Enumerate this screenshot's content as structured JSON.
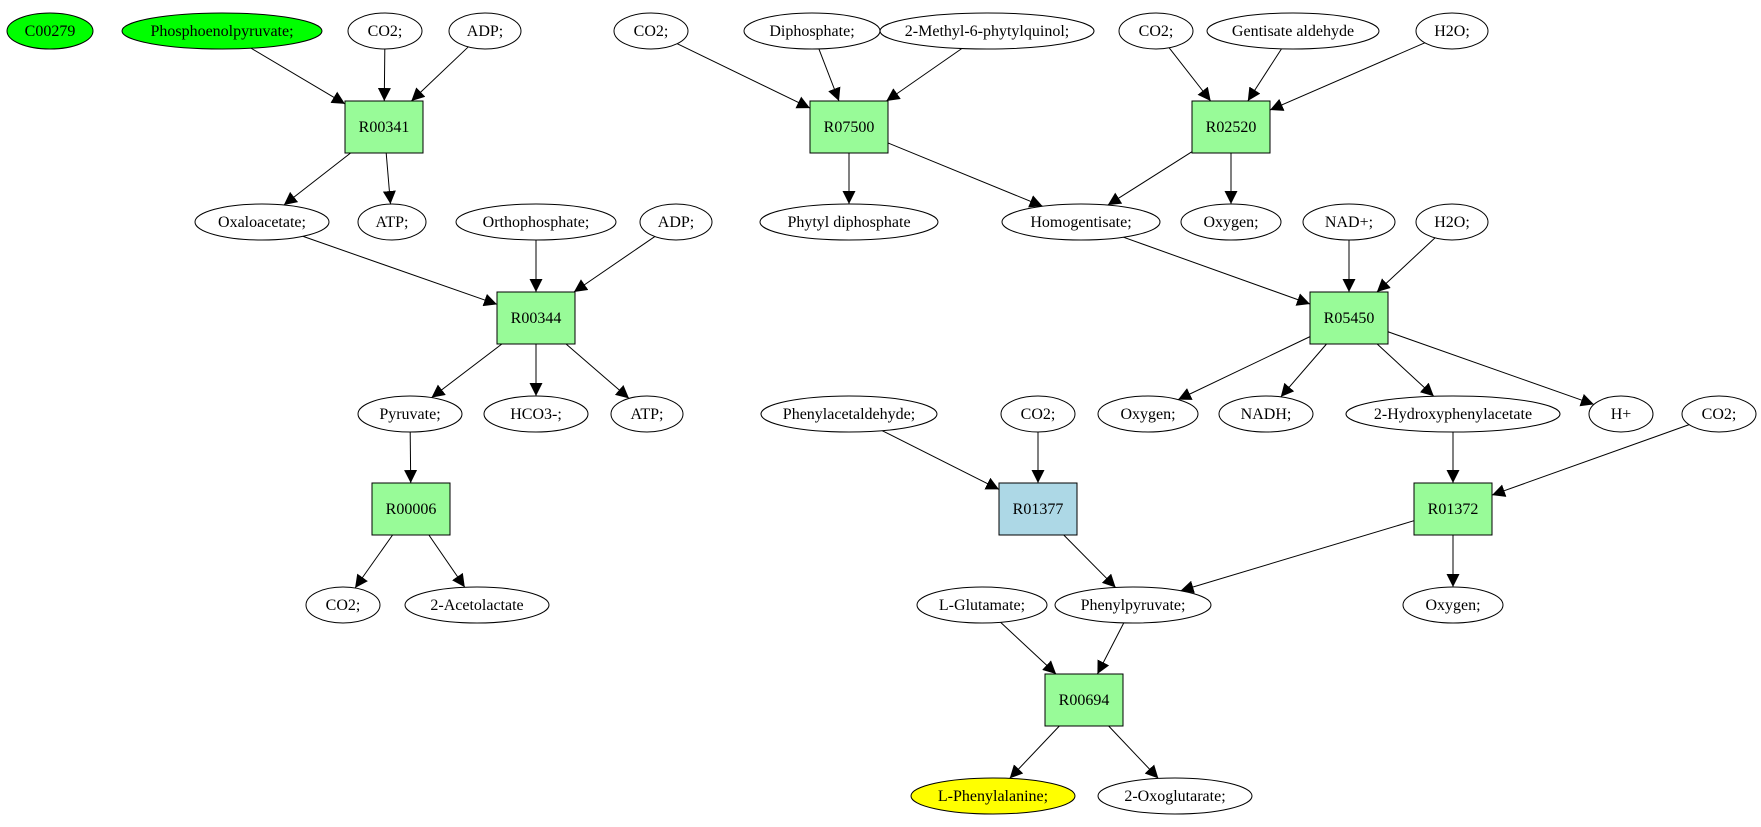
{
  "colors": {
    "metabolite": "#ffffff",
    "reaction": "#98fb98",
    "reaction_alt": "#add8e6",
    "source": "#00ff00",
    "target": "#ffff00",
    "stroke": "#000000"
  },
  "nodes": [
    {
      "id": "C00279",
      "label": "C00279",
      "kind": "source"
    },
    {
      "id": "pep",
      "label": "Phosphoenolpyruvate;",
      "kind": "source"
    },
    {
      "id": "co2a",
      "label": "CO2;",
      "kind": "metabolite"
    },
    {
      "id": "adpa",
      "label": "ADP;",
      "kind": "metabolite"
    },
    {
      "id": "R00341",
      "label": "R00341",
      "kind": "reaction"
    },
    {
      "id": "oxa",
      "label": "Oxaloacetate;",
      "kind": "metabolite"
    },
    {
      "id": "atpa",
      "label": "ATP;",
      "kind": "metabolite"
    },
    {
      "id": "orth",
      "label": "Orthophosphate;",
      "kind": "metabolite"
    },
    {
      "id": "adpb",
      "label": "ADP;",
      "kind": "metabolite"
    },
    {
      "id": "R00344",
      "label": "R00344",
      "kind": "reaction"
    },
    {
      "id": "pyr",
      "label": "Pyruvate;",
      "kind": "metabolite"
    },
    {
      "id": "hco3",
      "label": "HCO3-;",
      "kind": "metabolite"
    },
    {
      "id": "atpb",
      "label": "ATP;",
      "kind": "metabolite"
    },
    {
      "id": "R00006",
      "label": "R00006",
      "kind": "reaction"
    },
    {
      "id": "co2b",
      "label": "CO2;",
      "kind": "metabolite"
    },
    {
      "id": "acet",
      "label": "2-Acetolactate",
      "kind": "metabolite"
    },
    {
      "id": "co2c",
      "label": "CO2;",
      "kind": "metabolite"
    },
    {
      "id": "diph",
      "label": "Diphosphate;",
      "kind": "metabolite"
    },
    {
      "id": "mpq",
      "label": "2-Methyl-6-phytylquinol;",
      "kind": "metabolite"
    },
    {
      "id": "R07500",
      "label": "R07500",
      "kind": "reaction"
    },
    {
      "id": "phyd",
      "label": "Phytyl diphosphate",
      "kind": "metabolite"
    },
    {
      "id": "homo",
      "label": "Homogentisate;",
      "kind": "metabolite"
    },
    {
      "id": "co2d",
      "label": "CO2;",
      "kind": "metabolite"
    },
    {
      "id": "gent",
      "label": "Gentisate aldehyde",
      "kind": "metabolite"
    },
    {
      "id": "h2oa",
      "label": "H2O;",
      "kind": "metabolite"
    },
    {
      "id": "R02520",
      "label": "R02520",
      "kind": "reaction"
    },
    {
      "id": "oxya",
      "label": "Oxygen;",
      "kind": "metabolite"
    },
    {
      "id": "nad",
      "label": "NAD+;",
      "kind": "metabolite"
    },
    {
      "id": "h2ob",
      "label": "H2O;",
      "kind": "metabolite"
    },
    {
      "id": "R05450",
      "label": "R05450",
      "kind": "reaction"
    },
    {
      "id": "oxyb",
      "label": "Oxygen;",
      "kind": "metabolite"
    },
    {
      "id": "nadh",
      "label": "NADH;",
      "kind": "metabolite"
    },
    {
      "id": "hpa",
      "label": "2-Hydroxyphenylacetate",
      "kind": "metabolite"
    },
    {
      "id": "hplus",
      "label": "H+",
      "kind": "metabolite"
    },
    {
      "id": "phac",
      "label": "Phenylacetaldehyde;",
      "kind": "metabolite"
    },
    {
      "id": "co2e",
      "label": "CO2;",
      "kind": "metabolite"
    },
    {
      "id": "R01377",
      "label": "R01377",
      "kind": "reaction_alt"
    },
    {
      "id": "co2f",
      "label": "CO2;",
      "kind": "metabolite"
    },
    {
      "id": "R01372",
      "label": "R01372",
      "kind": "reaction"
    },
    {
      "id": "lglu",
      "label": "L-Glutamate;",
      "kind": "metabolite"
    },
    {
      "id": "phpy",
      "label": "Phenylpyruvate;",
      "kind": "metabolite"
    },
    {
      "id": "oxyc",
      "label": "Oxygen;",
      "kind": "metabolite"
    },
    {
      "id": "R00694",
      "label": "R00694",
      "kind": "reaction"
    },
    {
      "id": "lphe",
      "label": "L-Phenylalanine;",
      "kind": "target"
    },
    {
      "id": "oxog",
      "label": "2-Oxoglutarate;",
      "kind": "metabolite"
    }
  ],
  "edges": [
    [
      "pep",
      "R00341"
    ],
    [
      "co2a",
      "R00341"
    ],
    [
      "adpa",
      "R00341"
    ],
    [
      "R00341",
      "oxa"
    ],
    [
      "R00341",
      "atpa"
    ],
    [
      "oxa",
      "R00344"
    ],
    [
      "orth",
      "R00344"
    ],
    [
      "adpb",
      "R00344"
    ],
    [
      "R00344",
      "pyr"
    ],
    [
      "R00344",
      "hco3"
    ],
    [
      "R00344",
      "atpb"
    ],
    [
      "pyr",
      "R00006"
    ],
    [
      "R00006",
      "co2b"
    ],
    [
      "R00006",
      "acet"
    ],
    [
      "co2c",
      "R07500"
    ],
    [
      "diph",
      "R07500"
    ],
    [
      "mpq",
      "R07500"
    ],
    [
      "R07500",
      "phyd"
    ],
    [
      "R07500",
      "homo"
    ],
    [
      "co2d",
      "R02520"
    ],
    [
      "gent",
      "R02520"
    ],
    [
      "h2oa",
      "R02520"
    ],
    [
      "R02520",
      "homo"
    ],
    [
      "R02520",
      "oxya"
    ],
    [
      "homo",
      "R05450"
    ],
    [
      "nad",
      "R05450"
    ],
    [
      "h2ob",
      "R05450"
    ],
    [
      "R05450",
      "oxyb"
    ],
    [
      "R05450",
      "nadh"
    ],
    [
      "R05450",
      "hpa"
    ],
    [
      "R05450",
      "hplus"
    ],
    [
      "phac",
      "R01377"
    ],
    [
      "co2e",
      "R01377"
    ],
    [
      "R01377",
      "phpy"
    ],
    [
      "hpa",
      "R01372"
    ],
    [
      "co2f",
      "R01372"
    ],
    [
      "R01372",
      "phpy"
    ],
    [
      "R01372",
      "oxyc"
    ],
    [
      "lglu",
      "R00694"
    ],
    [
      "phpy",
      "R00694"
    ],
    [
      "R00694",
      "lphe"
    ],
    [
      "R00694",
      "oxog"
    ]
  ]
}
